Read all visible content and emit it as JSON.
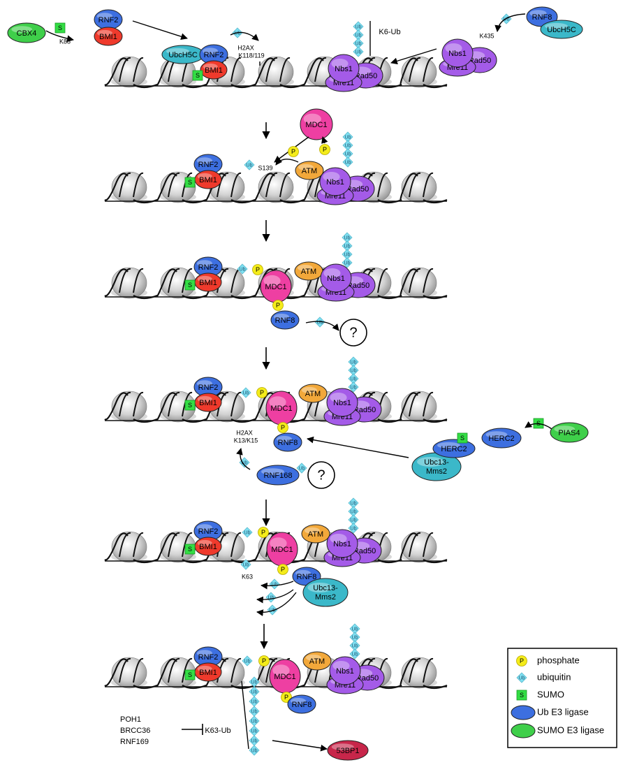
{
  "colors": {
    "ub_e3": "#3d6fe0",
    "sumo_e3": "#3fcf4a",
    "bmi1": "#ef3a2c",
    "purple": "#a45be8",
    "atm": "#f2a83a",
    "mdc1": "#ee3fa2",
    "teal": "#3bb8c9",
    "phosphate": "#f4ec1a",
    "ubiquitin": "#7fe0f2",
    "sumo": "#33dd44",
    "bp53": "#c7264a"
  },
  "labels": {
    "cbx4": "CBX4",
    "rnf2": "RNF2",
    "bmi1": "BMI1",
    "k88": "K88",
    "ubch5c": "UbcH5C",
    "h2ax_k118": "H2AX",
    "k118_119": "K118/119",
    "k6ub": "K6-Ub",
    "nbs1": "Nbs1",
    "rad50": "Rad50",
    "mre11": "Mre11",
    "rnf8": "RNF8",
    "k435": "K435",
    "mdc1": "MDC1",
    "atm": "ATM",
    "s139": "S139",
    "h2ax_k13": "H2AX",
    "k13_k15": "K13/K15",
    "rnf168": "RNF168",
    "herc2": "HERC2",
    "pias4": "PIAS4",
    "ubc13": "Ubc13-",
    "mms2": "Mms2",
    "k63": "K63",
    "k63ub": "K63-Ub",
    "poh1": "POH1",
    "brcc36": "BRCC36",
    "rnf169": "RNF169",
    "bp53": "53BP1",
    "ub": "Ub",
    "p": "P",
    "s": "S",
    "question": "?"
  },
  "legend": {
    "phosphate": "phosphate",
    "ubiquitin": "ubiquitin",
    "sumo": "SUMO",
    "ub_e3": "Ub E3 ligase",
    "sumo_e3": "SUMO E3 ligase",
    "p_symbol": "P",
    "ub_symbol": "Ub",
    "s_symbol": "S"
  }
}
